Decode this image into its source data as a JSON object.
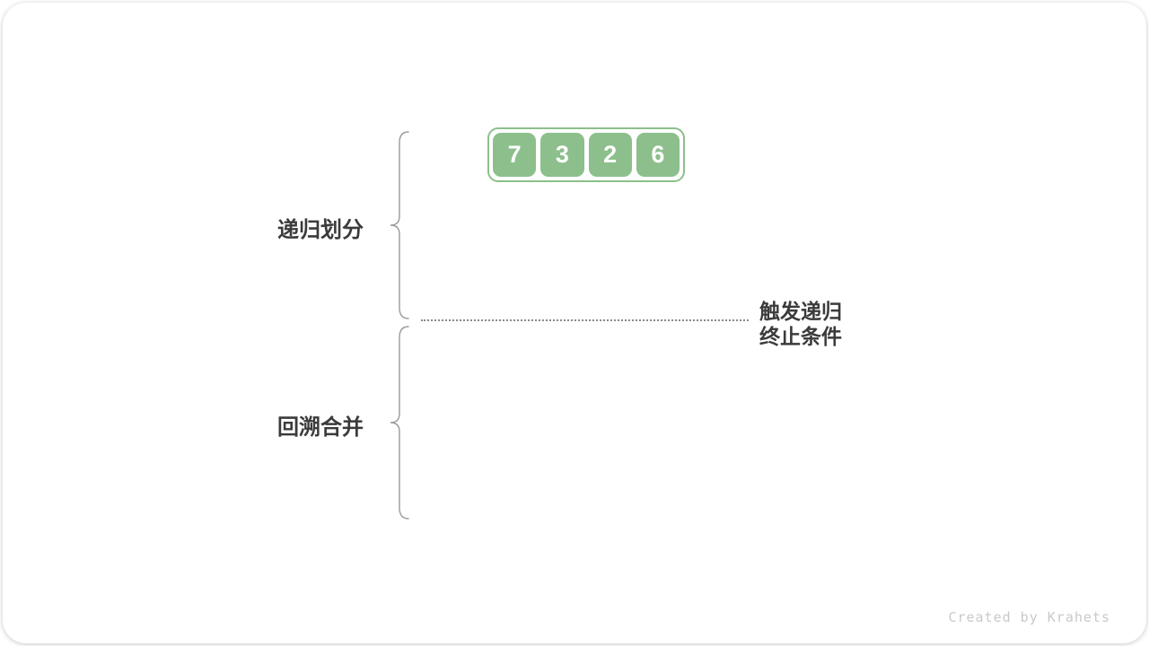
{
  "diagram": {
    "title_hint": "merge sort recursion diagram frame",
    "array": {
      "values": [
        "7",
        "3",
        "2",
        "6"
      ]
    },
    "labels": {
      "phase_top": "递归划分",
      "phase_bottom": "回溯合并",
      "terminate_line1": "触发递归",
      "terminate_line2": "终止条件"
    },
    "watermark": "Created by Krahets",
    "colors": {
      "cell_green": "#8cbf8c",
      "cell_text_white": "#ffffff",
      "brace_gray": "#9b9b9b",
      "label_dark": "#3b3b3b",
      "dotted_gray": "#8a8a8a",
      "watermark_gray": "#c9c9c9",
      "card_background": "#ffffff"
    }
  }
}
